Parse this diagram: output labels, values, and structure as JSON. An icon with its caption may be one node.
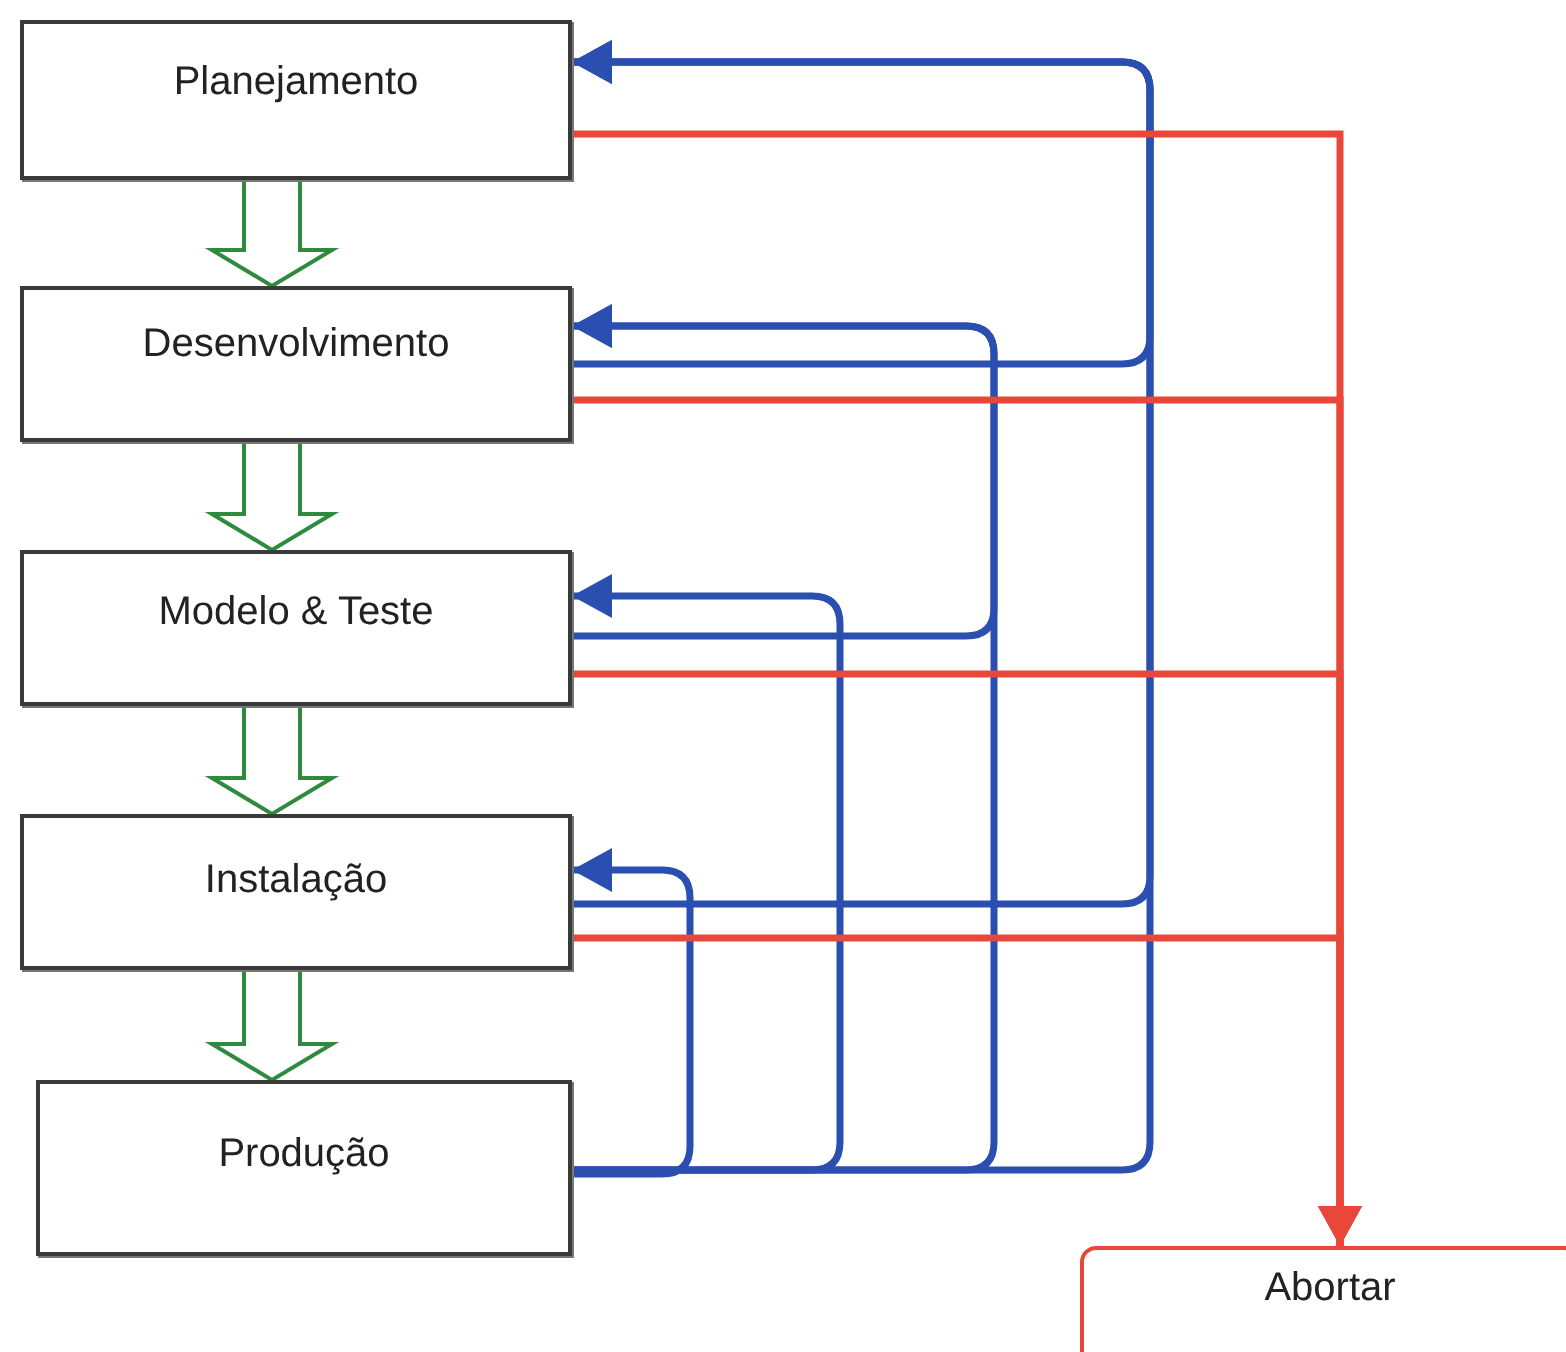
{
  "diagram": {
    "nodes": [
      {
        "text": [
          "Planejamento"
        ]
      },
      {
        "text": [
          "Desenvolvimento"
        ]
      },
      {
        "text": [
          "Modelo & Teste"
        ]
      },
      {
        "text": [
          "Instalação"
        ]
      },
      {
        "text": [
          "Produção"
        ]
      },
      {
        "text": [
          "Abortar"
        ]
      }
    ],
    "edges": [
      {
        "from": 0,
        "to": 1,
        "arrow": "to",
        "style": "thick",
        "color": "#2e8b3e"
      },
      {
        "from": 1,
        "to": 2,
        "arrow": "to",
        "style": "thick",
        "color": "#2e8b3e"
      },
      {
        "from": 2,
        "to": 3,
        "arrow": "to",
        "style": "thick",
        "color": "#2e8b3e"
      },
      {
        "from": 3,
        "to": 4,
        "arrow": "to",
        "style": "thick",
        "color": "#2e8b3e"
      },
      {
        "from": 4,
        "to": 3,
        "arrow": "to"
      },
      {
        "from": 4,
        "to": 2,
        "arrow": "to"
      },
      {
        "from": 4,
        "to": 1,
        "arrow": "to"
      },
      {
        "from": 4,
        "to": 0,
        "arrow": "to"
      },
      {
        "from": 3,
        "to": 0,
        "arrow": "to"
      },
      {
        "from": 2,
        "to": 1,
        "arrow": "to"
      },
      {
        "from": 1,
        "to": 0,
        "arrow": "to"
      },
      {
        "from": 0,
        "to": 5,
        "arrow": "to",
        "color": "#e8473a"
      },
      {
        "from": 1,
        "to": 5,
        "arrow": "to",
        "color": "#e8473a"
      },
      {
        "from": 2,
        "to": 5,
        "arrow": "to",
        "color": "#e8473a"
      },
      {
        "from": 3,
        "to": 5,
        "arrow": "to",
        "color": "#e8473a"
      }
    ]
  }
}
